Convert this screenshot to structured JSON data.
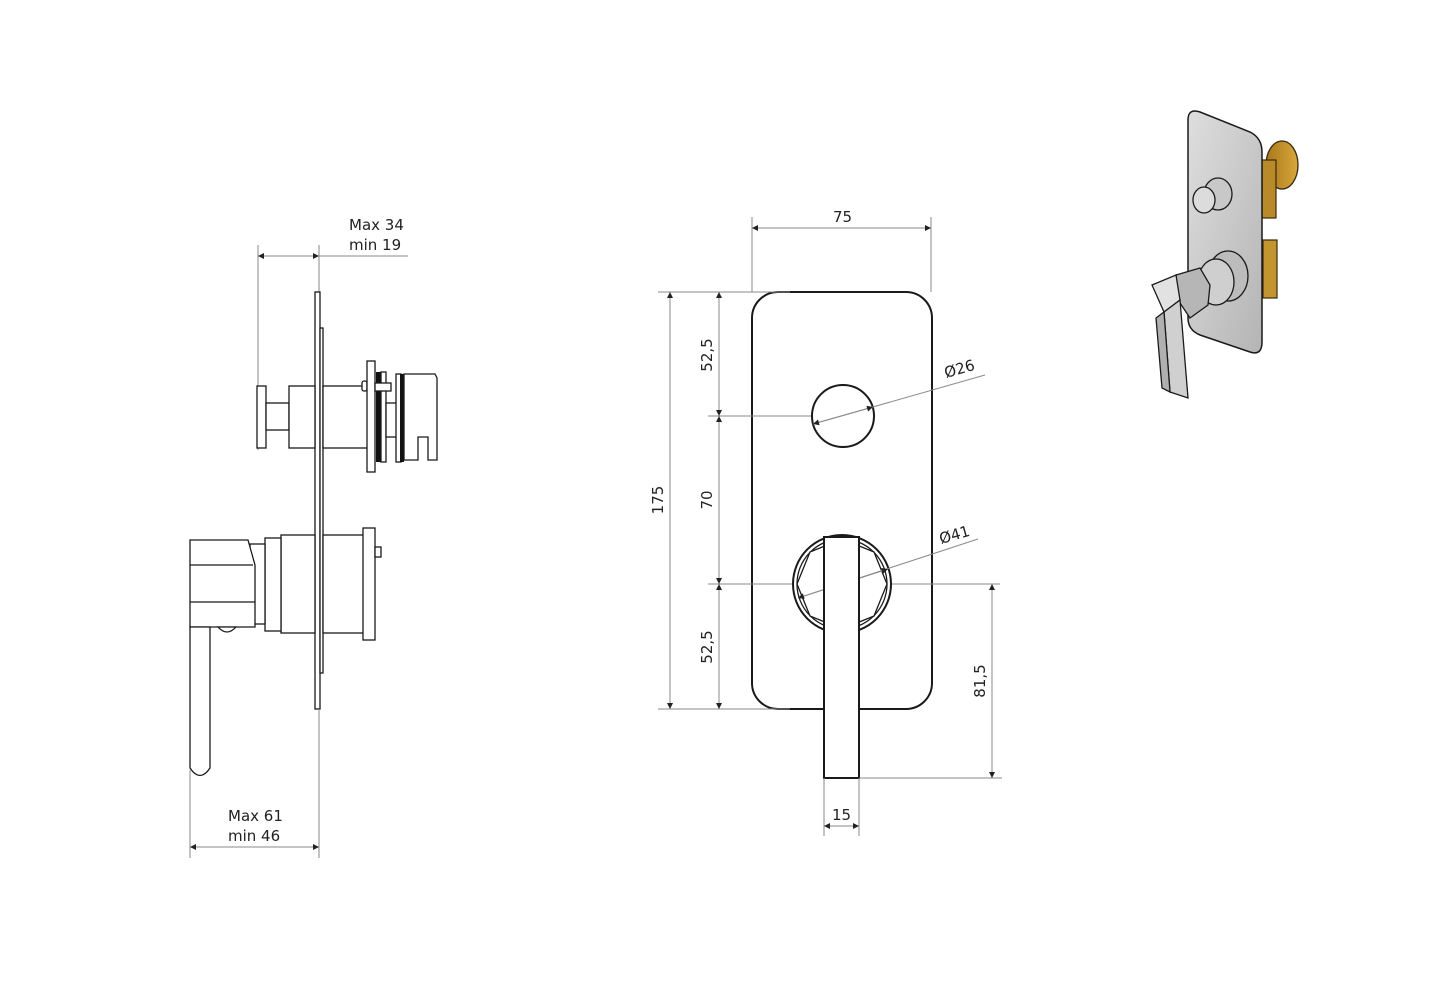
{
  "drawing": {
    "type": "technical-dimension-drawing",
    "subject": "Concealed shower mixer with diverter (wall plate, lever handle, diverter knob)",
    "units": "mm",
    "colors": {
      "line": "#1a1a1a",
      "dimension_line": "#8a8a8a",
      "background": "#ffffff",
      "plate_render": "#c8c8c8",
      "brass_render": "#c8962e"
    }
  },
  "side_view": {
    "top_dim": {
      "line1": "Max 34",
      "line2": "min 19"
    },
    "bottom_dim": {
      "line1": "Max 61",
      "line2": "min 46"
    }
  },
  "front_view": {
    "width": "75",
    "total_height": "175",
    "top_segment": "52,5",
    "middle_segment": "70",
    "bottom_segment": "52,5",
    "knob_diameter": "Ø26",
    "handle_diameter": "Ø41",
    "lever_drop": "81,5",
    "lever_width": "15"
  },
  "iso_view": {
    "label": "3D render of mixer",
    "icon": "mixer-3d-icon"
  }
}
